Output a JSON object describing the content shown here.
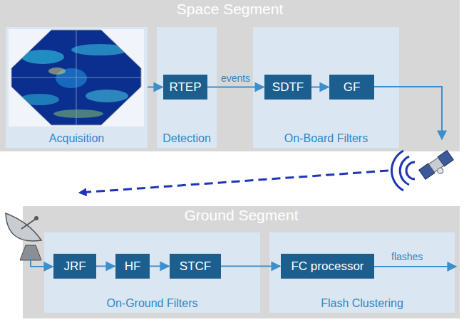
{
  "diagram": {
    "nodes": [
      {
        "text": [
          "Space Segment"
        ]
      },
      {
        "text": [
          "Acquisition"
        ],
        "in": 0
      },
      {
        "text": [
          "Detection"
        ],
        "in": 0
      },
      {
        "text": [
          "RTEP"
        ],
        "in": 2
      },
      {
        "text": [
          "On-Board Filters"
        ],
        "in": 0
      },
      {
        "text": [
          "SDTF"
        ],
        "in": 4
      },
      {
        "text": [
          "GF"
        ],
        "in": 4
      },
      {
        "text": [
          "Ground Segment"
        ]
      },
      {
        "text": [
          "On-Ground Filters"
        ],
        "in": 7
      },
      {
        "text": [
          "JRF"
        ],
        "in": 8
      },
      {
        "text": [
          "HF"
        ],
        "in": 8
      },
      {
        "text": [
          "STCF"
        ],
        "in": 8
      },
      {
        "text": [
          "Flash Clustering"
        ],
        "in": 7
      },
      {
        "text": [
          "FC processor"
        ],
        "in": 12
      }
    ],
    "edges": [
      {
        "from": 1,
        "to": 3,
        "arrow": "to"
      },
      {
        "from": 3,
        "to": 5,
        "label": "events",
        "arrow": "to"
      },
      {
        "from": 5,
        "to": 6,
        "arrow": "to"
      },
      {
        "from": 9,
        "to": 10,
        "arrow": "to"
      },
      {
        "from": 10,
        "to": 11,
        "arrow": "to"
      },
      {
        "from": 11,
        "to": 13,
        "arrow": "to"
      }
    ],
    "labels": [
      "flashes"
    ]
  }
}
